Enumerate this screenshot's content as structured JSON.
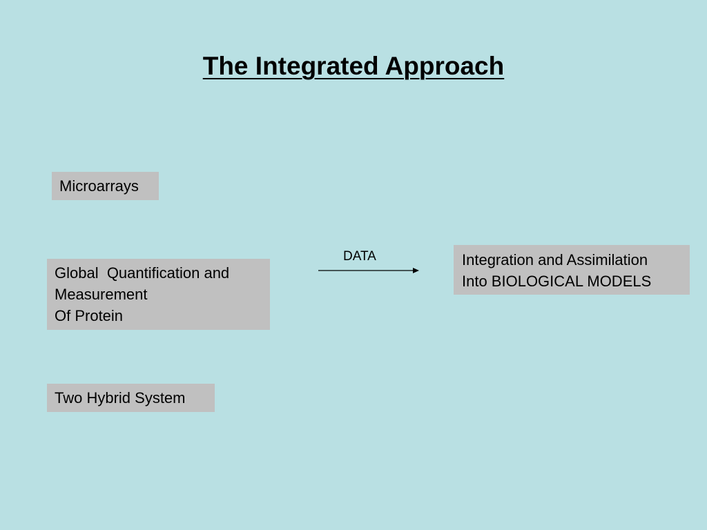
{
  "slide": {
    "title": "The Integrated Approach"
  },
  "boxes": {
    "microarrays": {
      "lines": [
        "Microarrays"
      ]
    },
    "protein": {
      "lines": [
        "Global  Quantification and",
        "Measurement",
        "Of Protein"
      ]
    },
    "two_hybrid": {
      "lines": [
        "Two Hybrid System"
      ]
    },
    "integration": {
      "lines": [
        "Integration and Assimilation",
        "Into BIOLOGICAL MODELS"
      ]
    }
  },
  "arrow": {
    "label": "DATA"
  },
  "colors": {
    "background": "#b9e0e3",
    "box_fill": "#c0c0c0",
    "text": "#000000"
  }
}
